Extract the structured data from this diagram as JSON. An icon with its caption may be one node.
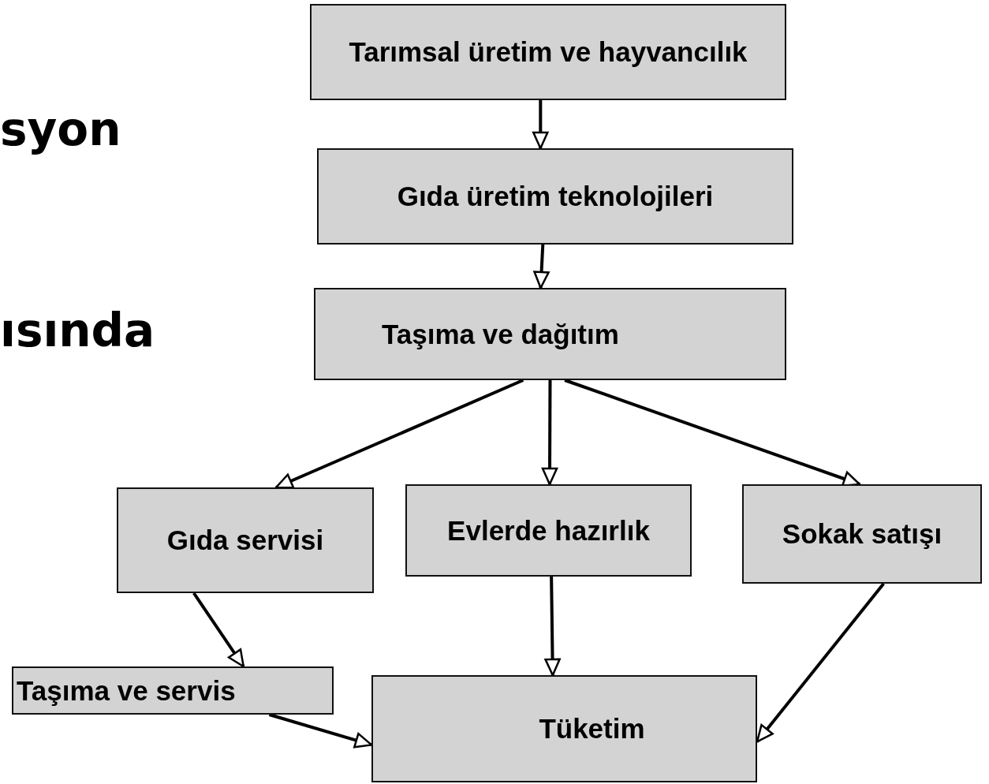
{
  "diagram": {
    "nodes": [
      {
        "text": [
          "Tarımsal üretim ve hayvancılık"
        ]
      },
      {
        "text": [
          "Gıda üretim teknolojileri"
        ]
      },
      {
        "text": [
          "Taşıma ve dağıtım"
        ]
      },
      {
        "text": [
          "Gıda servisi"
        ]
      },
      {
        "text": [
          "Evlerde hazırlık"
        ]
      },
      {
        "text": [
          "Sokak satışı"
        ]
      },
      {
        "text": [
          "Taşıma ve servis"
        ]
      },
      {
        "text": [
          "Tüketim"
        ]
      }
    ],
    "edges": [
      {
        "from": 0,
        "to": 1,
        "arrow": "to"
      },
      {
        "from": 1,
        "to": 2,
        "arrow": "to"
      },
      {
        "from": 2,
        "to": 3,
        "arrow": "to"
      },
      {
        "from": 2,
        "to": 4,
        "arrow": "to"
      },
      {
        "from": 2,
        "to": 5,
        "arrow": "to"
      },
      {
        "from": 3,
        "to": 6,
        "arrow": "to"
      },
      {
        "from": 4,
        "to": 7,
        "arrow": "to"
      },
      {
        "from": 5,
        "to": 7,
        "arrow": "to"
      },
      {
        "from": 6,
        "to": 7,
        "arrow": "to"
      }
    ],
    "labels": [
      "syon",
      "ısında"
    ]
  }
}
